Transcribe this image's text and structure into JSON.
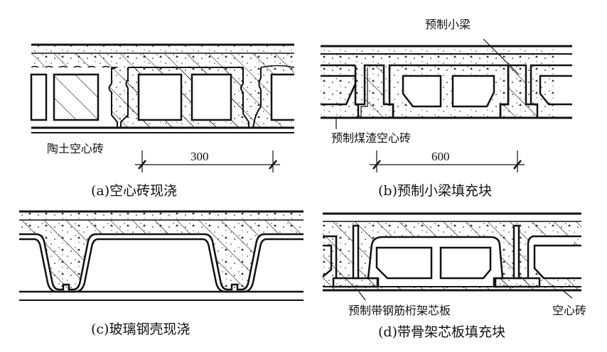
{
  "figure": {
    "panels": [
      {
        "id": "a",
        "caption": "(a)空心砖现浇",
        "labels": [
          "陶土空心砖"
        ],
        "dimension": "300"
      },
      {
        "id": "b",
        "caption": "(b)预制小梁填充块",
        "labels": [
          "预制小梁",
          "预制煤渣空心砖"
        ],
        "dimension": "600"
      },
      {
        "id": "c",
        "caption": "(c)玻璃钢壳现浇",
        "labels": []
      },
      {
        "id": "d",
        "caption": "(d)带骨架芯板填充块",
        "labels": [
          "预制带钢筋桁架芯板",
          "空心砖"
        ]
      }
    ]
  }
}
